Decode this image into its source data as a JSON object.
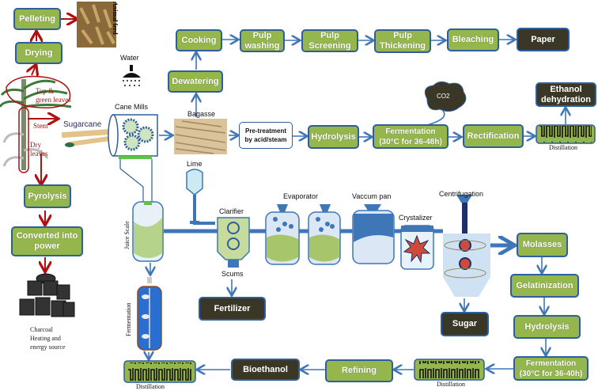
{
  "colors": {
    "process_box": "#94b64d",
    "product_box": "#3b3727",
    "border": "#2e5f9c",
    "arrow_blue": "#3f76b8",
    "arrow_red": "#b01010"
  },
  "leaves_branch": {
    "pelleting": "Pelleting",
    "drying": "Drying",
    "animal_feed": "Animal feed",
    "top_green_leaves": [
      "Top &",
      "green leaves"
    ],
    "stem": "Stem",
    "dry_leaves": [
      "Dry",
      "leaves"
    ],
    "sugarcane": "Sugarcane"
  },
  "power_branch": {
    "pyrolysis": "Pyrolysis",
    "converted": [
      "Converted into",
      "power"
    ],
    "charcoal_caption": [
      "Charcoal",
      "Heating and",
      "energy source"
    ]
  },
  "mill": {
    "water": "Water",
    "cane_mills": "Cane  Mills",
    "bagasse": "Bagasse"
  },
  "paper_branch": {
    "dewatering": "Dewatering",
    "cooking": "Cooking",
    "pulp_washing": [
      "Pulp",
      "washing"
    ],
    "pulp_screening": [
      "Pulp",
      "Screening"
    ],
    "pulp_thickening": [
      "Pulp",
      "Thickening"
    ],
    "bleaching": "Bleaching",
    "paper": "Paper"
  },
  "ethanol_branch": {
    "pretreatment": [
      "Pre-treatment",
      "by acid/steam"
    ],
    "hydrolysis": "Hydrolysis",
    "fermentation": [
      "Fermentation",
      "(30°C for 36-48h)"
    ],
    "co2": "CO2",
    "rectification": "Rectification",
    "distillation": "Distillation",
    "ethanol_dehydration": [
      "Ethanol",
      "dehydration"
    ]
  },
  "sugar_process": {
    "lime": "Lime",
    "juice_scale": "Juice Scale",
    "clarifier": "Clarifier",
    "scums": "Scums",
    "fertilizer": "Fertilizer",
    "evaporator": "Evaporator",
    "vaccum_pan": "Vaccum pan",
    "crystalizer": "Crystalizer",
    "centrifugation": "Centrifugation",
    "sugar": "Sugar"
  },
  "molasses_branch": {
    "molasses": "Molasses",
    "gelatinization": "Gelatinization",
    "hydrolysis": "Hydrolysis",
    "fermentation": [
      "Fermentation",
      "(30°C for 36-40h)"
    ],
    "distillation": "Distillation",
    "refining": "Refining",
    "bioethanol": "Bioethanol"
  },
  "juice_branch": {
    "fermentation": "Fermentation",
    "distillation": "Distillation"
  }
}
